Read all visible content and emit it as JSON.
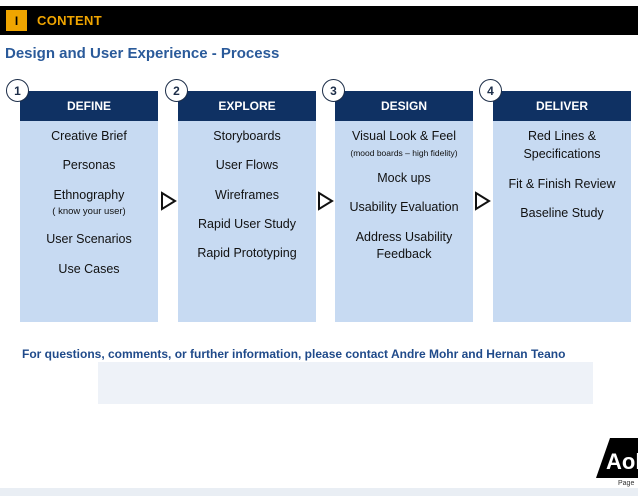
{
  "header": {
    "section_number": "I",
    "section_title": "CONTENT"
  },
  "title": "Design and User Experience - Process",
  "phases": [
    {
      "number": "1",
      "name": "DEFINE",
      "items": [
        {
          "text": "Creative Brief"
        },
        {
          "text": "Personas"
        },
        {
          "text": "Ethnography",
          "sub": "( know your user)"
        },
        {
          "text": "User Scenarios"
        },
        {
          "text": "Use Cases"
        }
      ]
    },
    {
      "number": "2",
      "name": "EXPLORE",
      "items": [
        {
          "text": "Storyboards"
        },
        {
          "text": "User Flows"
        },
        {
          "text": "Wireframes"
        },
        {
          "text": "Rapid User Study"
        },
        {
          "text": "Rapid Prototyping"
        }
      ]
    },
    {
      "number": "3",
      "name": "DESIGN",
      "items": [
        {
          "text": "Visual Look & Feel",
          "sub": "(mood boards – high fidelity)"
        },
        {
          "text": "Mock ups"
        },
        {
          "text": "Usability Evaluation"
        },
        {
          "text": "Address Usability"
        },
        {
          "text": "Feedback"
        }
      ]
    },
    {
      "number": "4",
      "name": "DELIVER",
      "items": [
        {
          "text": "Red Lines &"
        },
        {
          "text": "Specifications"
        },
        {
          "text": "Fit & Finish Review"
        },
        {
          "text": "Baseline Study"
        }
      ]
    }
  ],
  "footer": {
    "contact": "For questions, comments, or further information, please contact Andre Mohr and Hernan Teano",
    "page_label": "Page"
  },
  "logo": {
    "icon": "aol-logo",
    "text": "Aol"
  },
  "colors": {
    "header_bar": "#000000",
    "section_accent": "#f0a500",
    "title_blue": "#2a5a9a",
    "phase_header": "#0f3163",
    "phase_body": "#c7daf2",
    "contact_blue": "#1f4a8a"
  }
}
